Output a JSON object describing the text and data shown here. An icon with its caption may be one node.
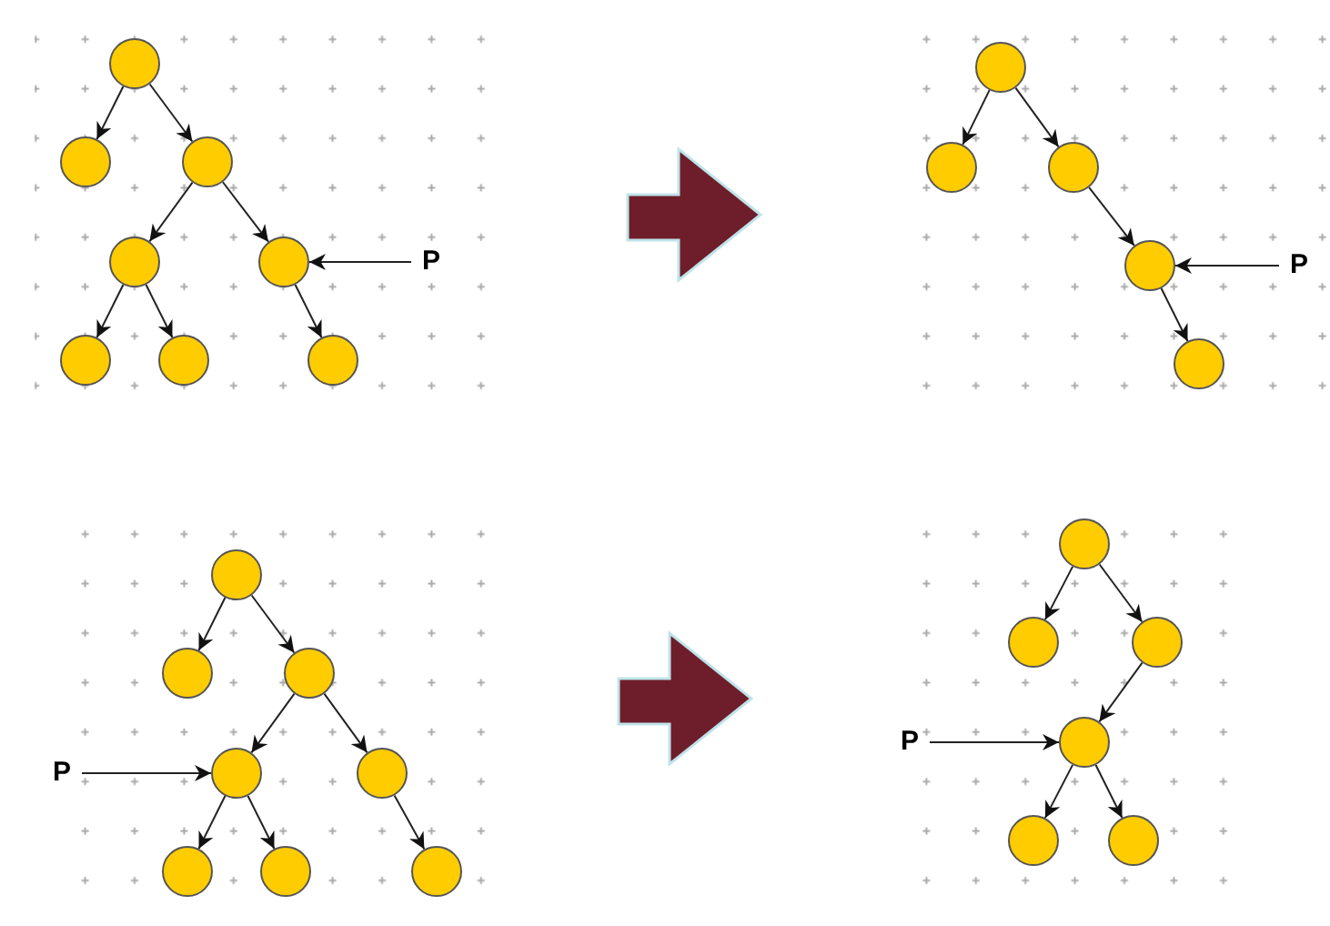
{
  "diagram": {
    "nodes": [
      {
        "text": [],
        "shape": "circle"
      },
      {
        "text": [],
        "shape": "circle"
      },
      {
        "text": [],
        "shape": "circle"
      },
      {
        "text": [],
        "shape": "circle"
      },
      {
        "text": [],
        "shape": "circle"
      },
      {
        "text": [],
        "shape": "circle"
      },
      {
        "text": [],
        "shape": "circle"
      },
      {
        "text": [],
        "shape": "circle"
      },
      {
        "text": [
          "P"
        ]
      },
      {
        "text": [],
        "shape": "circle"
      },
      {
        "text": [],
        "shape": "circle"
      },
      {
        "text": [],
        "shape": "circle"
      },
      {
        "text": [],
        "shape": "circle"
      },
      {
        "text": [],
        "shape": "circle"
      },
      {
        "text": [
          "P"
        ]
      },
      {
        "text": [],
        "shape": "circle"
      },
      {
        "text": [],
        "shape": "circle"
      },
      {
        "text": [],
        "shape": "circle"
      },
      {
        "text": [],
        "shape": "circle"
      },
      {
        "text": [],
        "shape": "circle"
      },
      {
        "text": [],
        "shape": "circle"
      },
      {
        "text": [],
        "shape": "circle"
      },
      {
        "text": [],
        "shape": "circle"
      },
      {
        "text": [
          "P"
        ]
      },
      {
        "text": [],
        "shape": "circle"
      },
      {
        "text": [],
        "shape": "circle"
      },
      {
        "text": [],
        "shape": "circle"
      },
      {
        "text": [],
        "shape": "circle"
      },
      {
        "text": [],
        "shape": "circle"
      },
      {
        "text": [],
        "shape": "circle"
      },
      {
        "text": [
          "P"
        ]
      }
    ],
    "edges": [
      {
        "from": 0,
        "to": 1,
        "arrow": "to"
      },
      {
        "from": 0,
        "to": 2,
        "arrow": "to"
      },
      {
        "from": 2,
        "to": 3,
        "arrow": "to"
      },
      {
        "from": 2,
        "to": 4,
        "arrow": "to"
      },
      {
        "from": 3,
        "to": 5,
        "arrow": "to"
      },
      {
        "from": 3,
        "to": 6,
        "arrow": "to"
      },
      {
        "from": 4,
        "to": 7,
        "arrow": "to"
      },
      {
        "from": 8,
        "to": 4,
        "arrow": "to"
      },
      {
        "from": 9,
        "to": 10,
        "arrow": "to"
      },
      {
        "from": 9,
        "to": 11,
        "arrow": "to"
      },
      {
        "from": 11,
        "to": 12,
        "arrow": "to"
      },
      {
        "from": 12,
        "to": 13,
        "arrow": "to"
      },
      {
        "from": 14,
        "to": 12,
        "arrow": "to"
      },
      {
        "from": 15,
        "to": 16,
        "arrow": "to"
      },
      {
        "from": 15,
        "to": 17,
        "arrow": "to"
      },
      {
        "from": 17,
        "to": 18,
        "arrow": "to"
      },
      {
        "from": 17,
        "to": 19,
        "arrow": "to"
      },
      {
        "from": 18,
        "to": 20,
        "arrow": "to"
      },
      {
        "from": 18,
        "to": 21,
        "arrow": "to"
      },
      {
        "from": 19,
        "to": 22,
        "arrow": "to"
      },
      {
        "from": 23,
        "to": 18,
        "arrow": "to"
      },
      {
        "from": 24,
        "to": 25,
        "arrow": "to"
      },
      {
        "from": 24,
        "to": 26,
        "arrow": "to"
      },
      {
        "from": 26,
        "to": 27,
        "arrow": "to"
      },
      {
        "from": 27,
        "to": 28,
        "arrow": "to"
      },
      {
        "from": 27,
        "to": 29,
        "arrow": "to"
      },
      {
        "from": 30,
        "to": 27,
        "arrow": "to"
      }
    ]
  }
}
